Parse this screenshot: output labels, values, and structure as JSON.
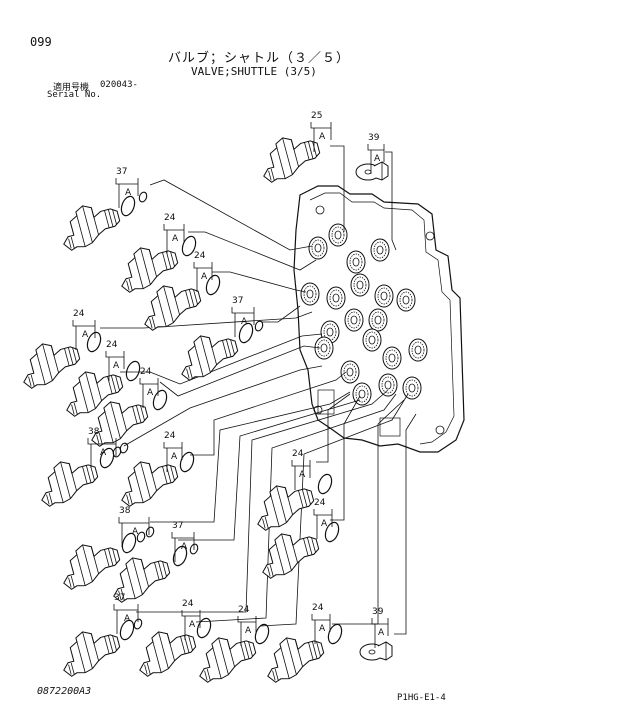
{
  "header": {
    "page_number": "099",
    "title_jp": "バルブ；シャトル（３／５）",
    "title_en": "VALVE;SHUTTLE (3/5)",
    "serial_label_jp": "適用号機",
    "serial_value": "020043-",
    "serial_label_en": "Serial No."
  },
  "footer": {
    "doc_code": "0872200A3",
    "figure_code": "P1HG-E1-4"
  },
  "callouts": [
    {
      "part": "25",
      "sub": "A"
    },
    {
      "part": "39",
      "sub": "A"
    },
    {
      "part": "37",
      "sub": "A"
    },
    {
      "part": "24",
      "sub": "A"
    },
    {
      "part": "24",
      "sub": "A"
    },
    {
      "part": "37",
      "sub": "A"
    },
    {
      "part": "24",
      "sub": "A"
    },
    {
      "part": "24",
      "sub": "A"
    },
    {
      "part": "24",
      "sub": "A"
    },
    {
      "part": "38",
      "sub": "A"
    },
    {
      "part": "24",
      "sub": "A"
    },
    {
      "part": "24",
      "sub": "A"
    },
    {
      "part": "24",
      "sub": "A"
    },
    {
      "part": "38",
      "sub": "A"
    },
    {
      "part": "37",
      "sub": "A"
    },
    {
      "part": "37",
      "sub": "A"
    },
    {
      "part": "24",
      "sub": "A"
    },
    {
      "part": "24",
      "sub": "A"
    },
    {
      "part": "24",
      "sub": "A"
    },
    {
      "part": "39",
      "sub": "A"
    }
  ]
}
